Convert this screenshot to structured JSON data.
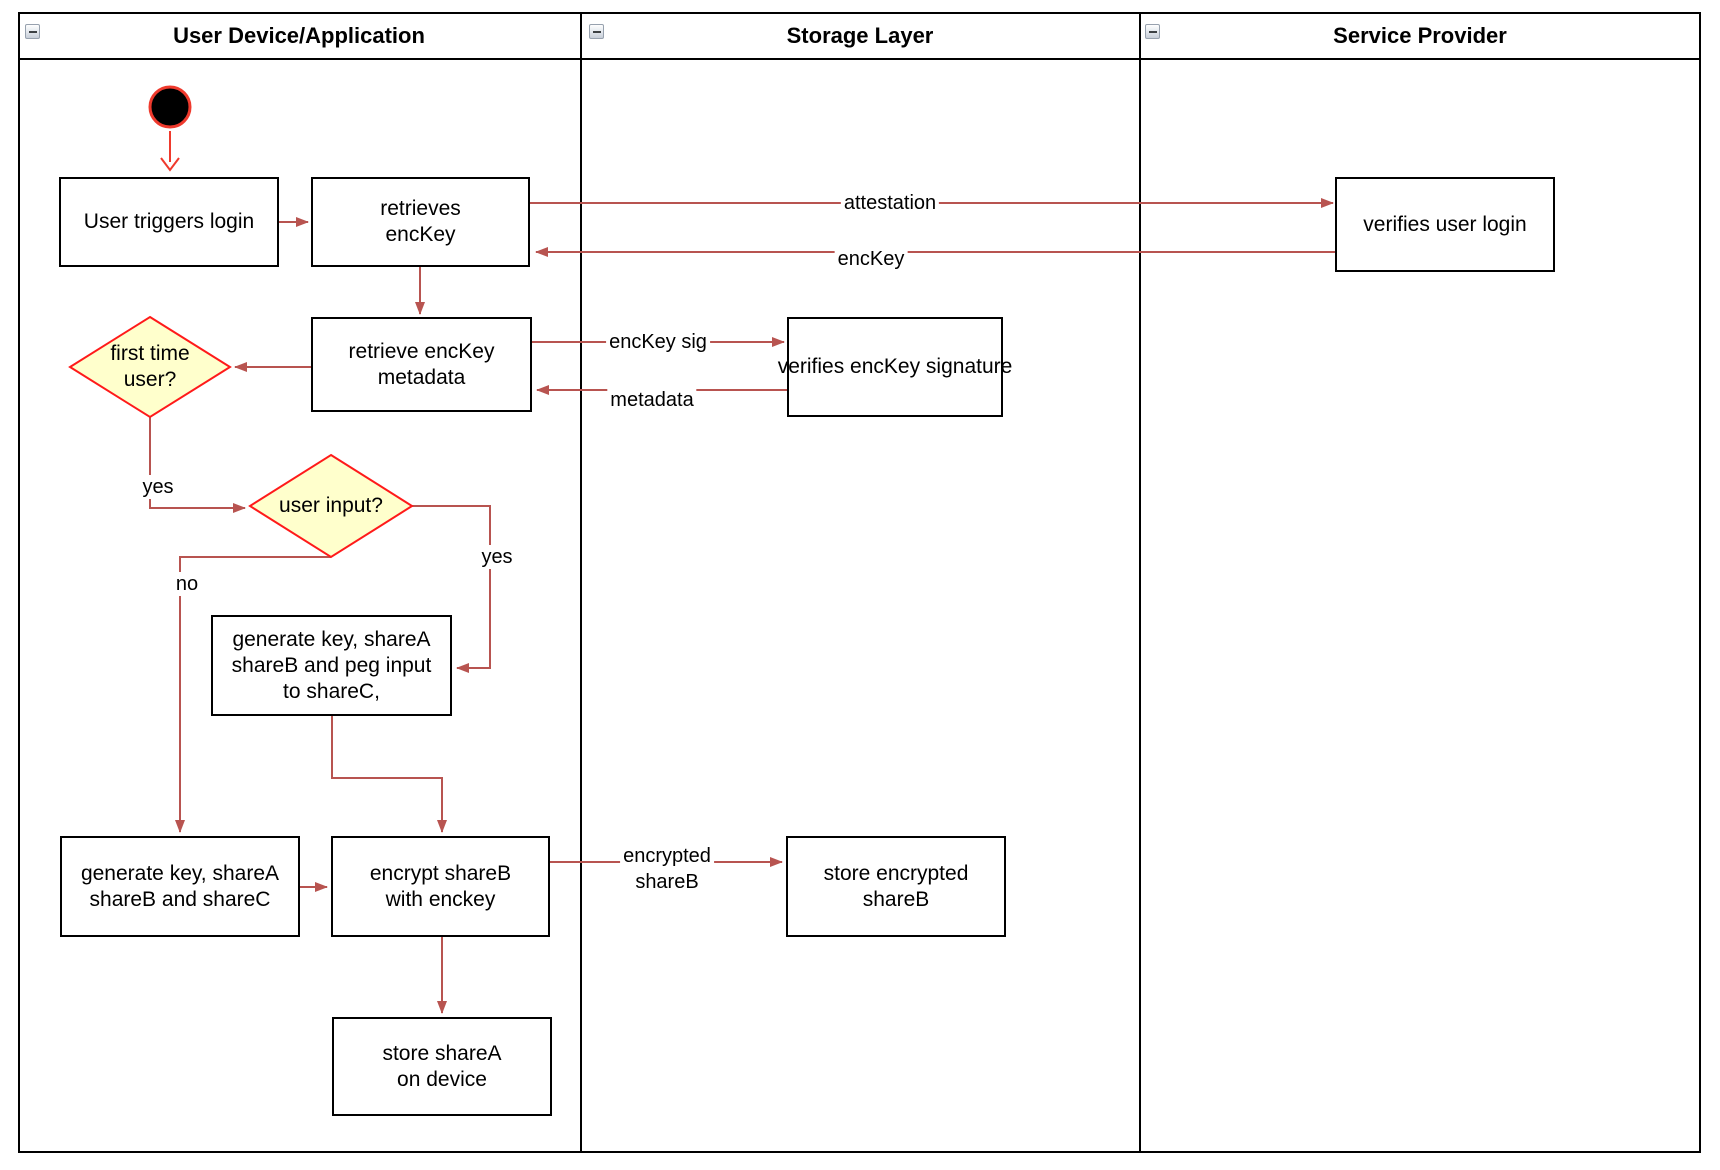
{
  "diagram": {
    "lanes": [
      {
        "title": "User Device/Application"
      },
      {
        "title": "Storage Layer"
      },
      {
        "title": "Service Provider"
      }
    ],
    "nodes": {
      "user_triggers_login": "User triggers login",
      "retrieves_enckey": "retrieves\nencKey",
      "verifies_user_login": "verifies user login",
      "retrieve_enckey_metadata": "retrieve encKey\nmetadata",
      "verifies_enckey_signature": "verifies encKey signature",
      "first_time_user": "first time\nuser?",
      "user_input": "user input?",
      "generate_key_peg": "generate key, shareA\nshareB and peg input\nto shareC,",
      "generate_key_abc": "generate key, shareA\nshareB and shareC",
      "encrypt_shareb": "encrypt shareB\nwith enckey",
      "store_encrypted_shareb": "store encrypted\nshareB",
      "store_sharea": "store shareA\non device"
    },
    "edge_labels": {
      "attestation": "attestation",
      "enckey": "encKey",
      "enckey_sig": "encKey sig",
      "metadata": "metadata",
      "encrypted_shareb": "encrypted\nshareB",
      "first_time_yes": "yes",
      "user_input_yes": "yes",
      "user_input_no": "no"
    },
    "colors": {
      "arrow": "#B85450",
      "accent_red": "#EF3A2D",
      "diamond_fill": "#FFFFCC",
      "diamond_border": "#FF1A1A"
    }
  }
}
